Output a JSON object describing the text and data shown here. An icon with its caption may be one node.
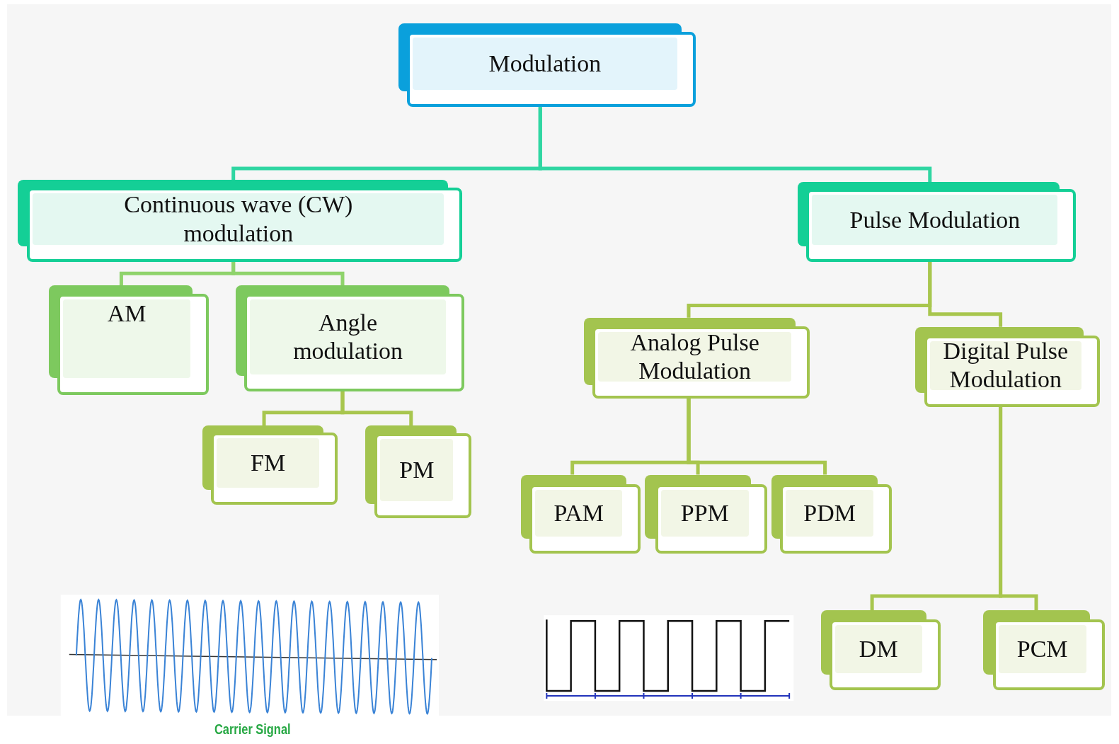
{
  "diagram": {
    "nodes": [
      {
        "text": [
          "Modulation"
        ]
      },
      {
        "text": [
          "Continuous wave (CW) modulation"
        ]
      },
      {
        "text": [
          "Pulse Modulation"
        ]
      },
      {
        "text": [
          "AM"
        ]
      },
      {
        "text": [
          "Angle modulation"
        ]
      },
      {
        "text": [
          "FM"
        ]
      },
      {
        "text": [
          "PM"
        ]
      },
      {
        "text": [
          "Analog Pulse Modulation"
        ]
      },
      {
        "text": [
          "Digital Pulse Modulation"
        ]
      },
      {
        "text": [
          "PAM"
        ]
      },
      {
        "text": [
          "PPM"
        ]
      },
      {
        "text": [
          "PDM"
        ]
      },
      {
        "text": [
          "DM"
        ]
      },
      {
        "text": [
          "PCM"
        ]
      }
    ],
    "edges": [
      {
        "from": 0,
        "to": 1,
        "arrow": "none",
        "color": "#2fd6a2"
      },
      {
        "from": 0,
        "to": 2,
        "arrow": "none",
        "color": "#2fd6a2"
      },
      {
        "from": 1,
        "to": 3,
        "arrow": "none",
        "color": "#8fd36c"
      },
      {
        "from": 1,
        "to": 4,
        "arrow": "none",
        "color": "#8fd36c"
      },
      {
        "from": 4,
        "to": 5,
        "arrow": "none"
      },
      {
        "from": 4,
        "to": 6,
        "arrow": "none"
      },
      {
        "from": 2,
        "to": 7,
        "arrow": "none"
      },
      {
        "from": 2,
        "to": 8,
        "arrow": "none"
      },
      {
        "from": 7,
        "to": 9,
        "arrow": "none"
      },
      {
        "from": 7,
        "to": 10,
        "arrow": "none"
      },
      {
        "from": 7,
        "to": 11,
        "arrow": "none"
      },
      {
        "from": 8,
        "to": 12,
        "arrow": "none"
      },
      {
        "from": 8,
        "to": 13,
        "arrow": "none"
      }
    ],
    "labels": [
      "Carrier Signal"
    ]
  }
}
